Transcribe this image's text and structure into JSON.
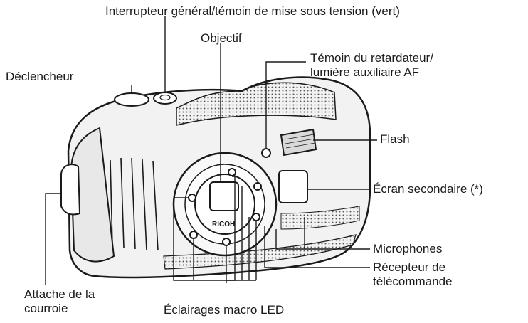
{
  "labels": {
    "power_switch": "Interrupteur général/témoin de mise sous tension (vert)",
    "lens": "Objectif",
    "shutter": "Déclencheur",
    "self_timer": "Témoin du retardateur/\nlumière auxiliaire AF",
    "flash": "Flash",
    "sub_screen": "Écran secondaire (*)",
    "microphones": "Microphones",
    "remote_receiver": "Récepteur de\ntélécommande",
    "strap_lug": "Attache de la\ncourroie",
    "macro_leds": "Éclairages macro LED"
  },
  "brand_text": "RICOH",
  "colors": {
    "body_fill": "#f2f2f2",
    "outline": "#1a1a1a",
    "dot_texture": "#555555",
    "flash_panel": "#d9d9d9"
  }
}
